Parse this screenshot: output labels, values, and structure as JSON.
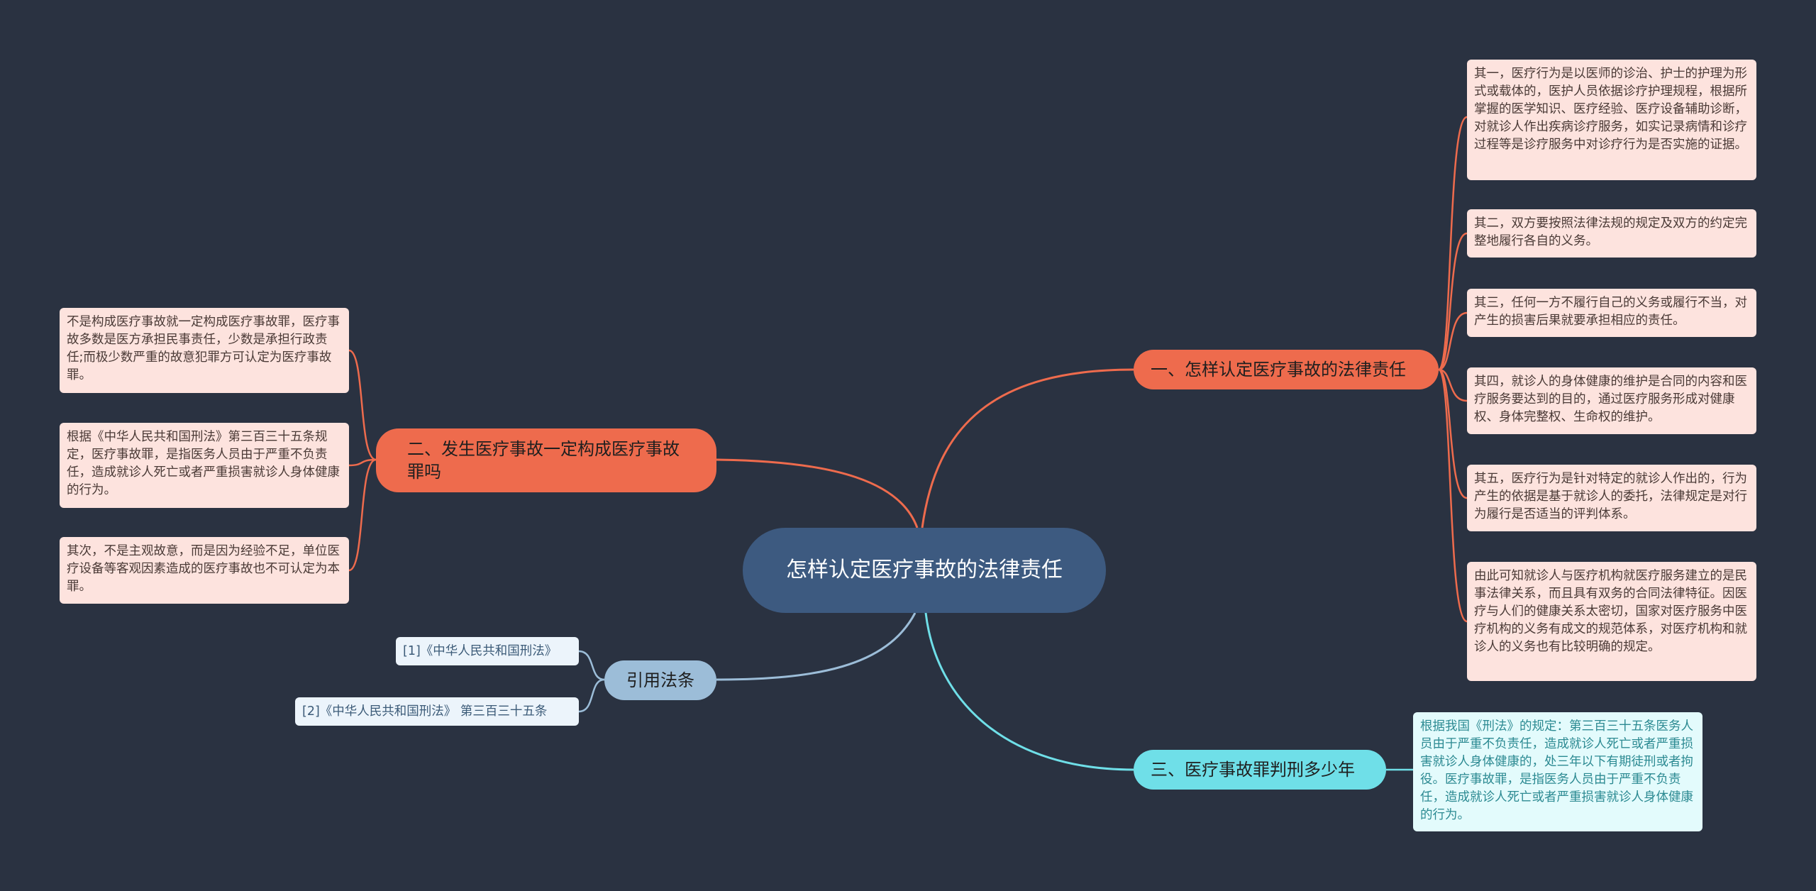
{
  "central": "怎样认定医疗事故的法律责任",
  "colors": {
    "background": "#2a3241",
    "central": "#3d5a80",
    "orange": "#ee6b4d",
    "cyan": "#6fdfe8",
    "blue": "#9cbdd8"
  },
  "branches": {
    "b1": {
      "label": "一、怎样认定医疗事故的法律责任",
      "items": [
        "其一，医疗行为是以医师的诊治、护士的护理为形式或载体的，医护人员依据诊疗护理规程，根据所掌握的医学知识、医疗经验、医疗设备辅助诊断，对就诊人作出疾病诊疗服务，如实记录病情和诊疗过程等是诊疗服务中对诊疗行为是否实施的证据。",
        "其二，双方要按照法律法规的规定及双方的约定完整地履行各自的义务。",
        "其三，任何一方不履行自己的义务或履行不当，对产生的损害后果就要承担相应的责任。",
        "其四，就诊人的身体健康的维护是合同的内容和医疗服务要达到的目的，通过医疗服务形成对健康权、身体完整权、生命权的维护。",
        "其五，医疗行为是针对特定的就诊人作出的，行为产生的依据是基于就诊人的委托，法律规定是对行为履行是否适当的评判体系。",
        "由此可知就诊人与医疗机构就医疗服务建立的是民事法律关系，而且具有双务的合同法律特征。因医疗与人们的健康关系太密切，国家对医疗服务中医疗机构的义务有成文的规范体系，对医疗机构和就诊人的义务也有比较明确的规定。"
      ]
    },
    "b2": {
      "label": "二、发生医疗事故一定构成医疗事故罪吗",
      "items": [
        "不是构成医疗事故就一定构成医疗事故罪，医疗事故多数是医方承担民事责任，少数是承担行政责任;而极少数严重的故意犯罪方可认定为医疗事故罪。",
        "根据《中华人民共和国刑法》第三百三十五条规定，医疗事故罪，是指医务人员由于严重不负责任，造成就诊人死亡或者严重损害就诊人身体健康的行为。",
        "其次，不是主观故意，而是因为经验不足，单位医疗设备等客观因素造成的医疗事故也不可认定为本罪。"
      ]
    },
    "b3": {
      "label": "三、医疗事故罪判刑多少年",
      "items": [
        "根据我国《刑法》的规定：第三百三十五条医务人员由于严重不负责任，造成就诊人死亡或者严重损害就诊人身体健康的，处三年以下有期徒刑或者拘役。医疗事故罪，是指医务人员由于严重不负责任，造成就诊人死亡或者严重损害就诊人身体健康的行为。"
      ]
    },
    "b4": {
      "label": "引用法条",
      "items": [
        "[1]《中华人民共和国刑法》",
        "[2]《中华人民共和国刑法》 第三百三十五条"
      ]
    }
  }
}
